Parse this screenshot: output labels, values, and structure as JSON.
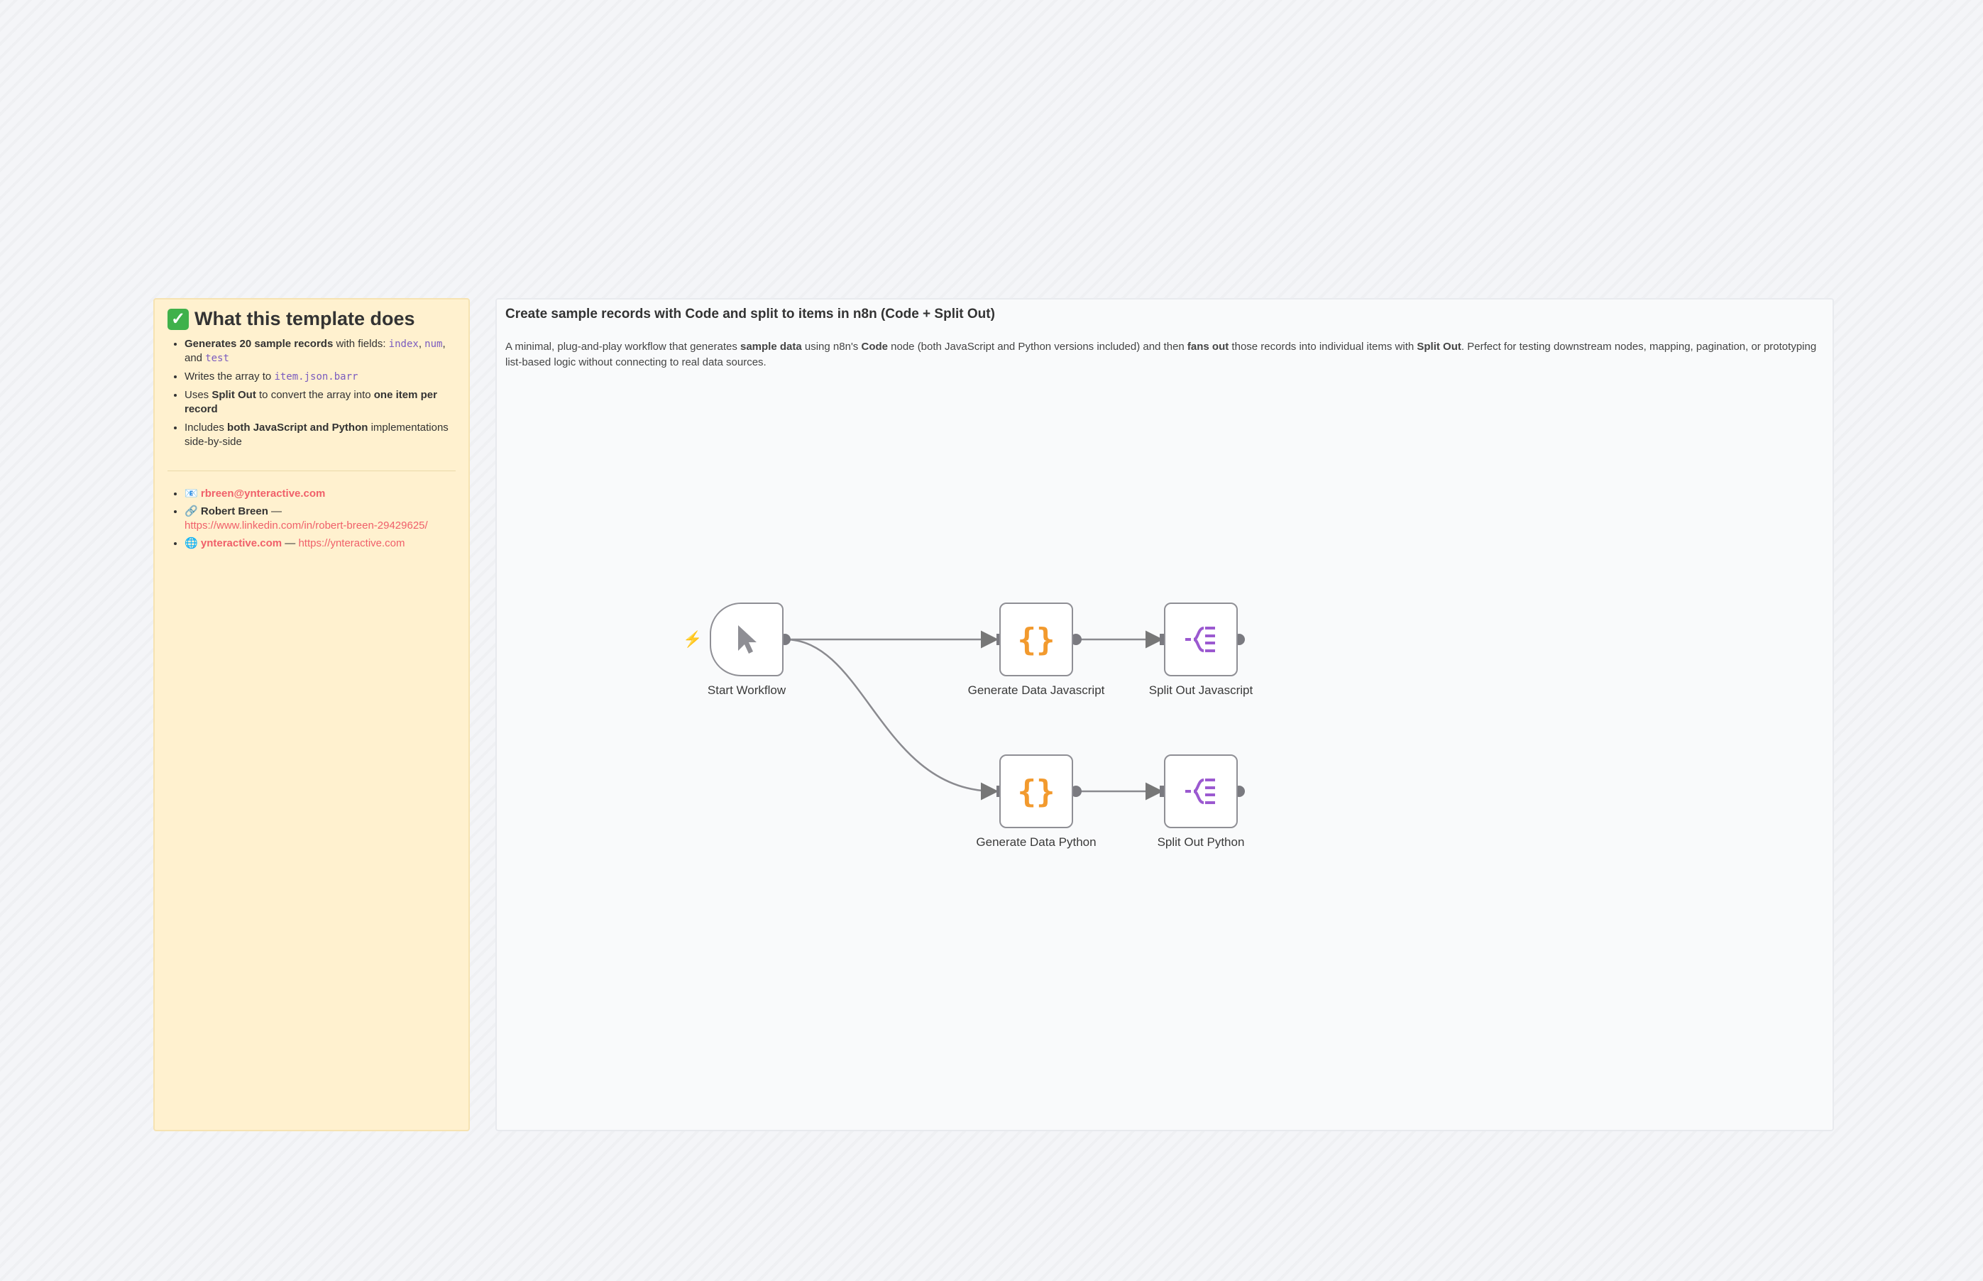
{
  "note_left": {
    "title": "What this template does",
    "bullets": {
      "b1_bold": "Generates 20 sample records",
      "b1_text": " with fields: ",
      "b1_code1": "index",
      "b1_sep": ", ",
      "b1_code2": "num",
      "b1_and": ", and ",
      "b1_code3": "test",
      "b2_text": "Writes the array to ",
      "b2_code": "item.json.barr",
      "b3_text1": "Uses ",
      "b3_bold1": "Split Out",
      "b3_text2": " to convert the array into ",
      "b3_bold2": "one item per record",
      "b4_text1": "Includes ",
      "b4_bold": "both JavaScript and Python",
      "b4_text2": " implementations side-by-side"
    },
    "contact": {
      "email_icon": "📧",
      "email": "rbreen@ynteractive.com",
      "link_icon": "🔗",
      "name": "Robert Breen",
      "dash": " — ",
      "linkedin": "https://www.linkedin.com/in/robert-breen-29429625/",
      "web_icon": "🌐",
      "site_name": "ynteractive.com",
      "site_url": "https://ynteractive.com"
    }
  },
  "note_main": {
    "title": "Create sample records with Code and split to items in n8n (Code + Split Out)",
    "p1": "A minimal, plug-and-play workflow that generates ",
    "p2": "sample data",
    "p3": " using n8n's ",
    "p4": "Code",
    "p5": " node (both JavaScript and Python versions included) and then ",
    "p6": "fans out",
    "p7": " those records into individual items with ",
    "p8": "Split Out",
    "p9": ". Perfect for testing downstream nodes, mapping, pagination, or prototyping list-based logic without connecting to real data sources."
  },
  "nodes": {
    "start": "Start Workflow",
    "gen_js": "Generate Data Javascript",
    "split_js": "Split Out Javascript",
    "gen_py": "Generate Data Python",
    "split_py": "Split Out Python"
  },
  "colors": {
    "code": "#f29a2e",
    "split": "#9b59d0",
    "trigger": "#f05a48"
  },
  "icons": [
    "check-icon",
    "cursor-icon",
    "code-brace-icon",
    "split-out-icon",
    "lightning-icon",
    "email-icon",
    "link-icon",
    "globe-icon"
  ]
}
